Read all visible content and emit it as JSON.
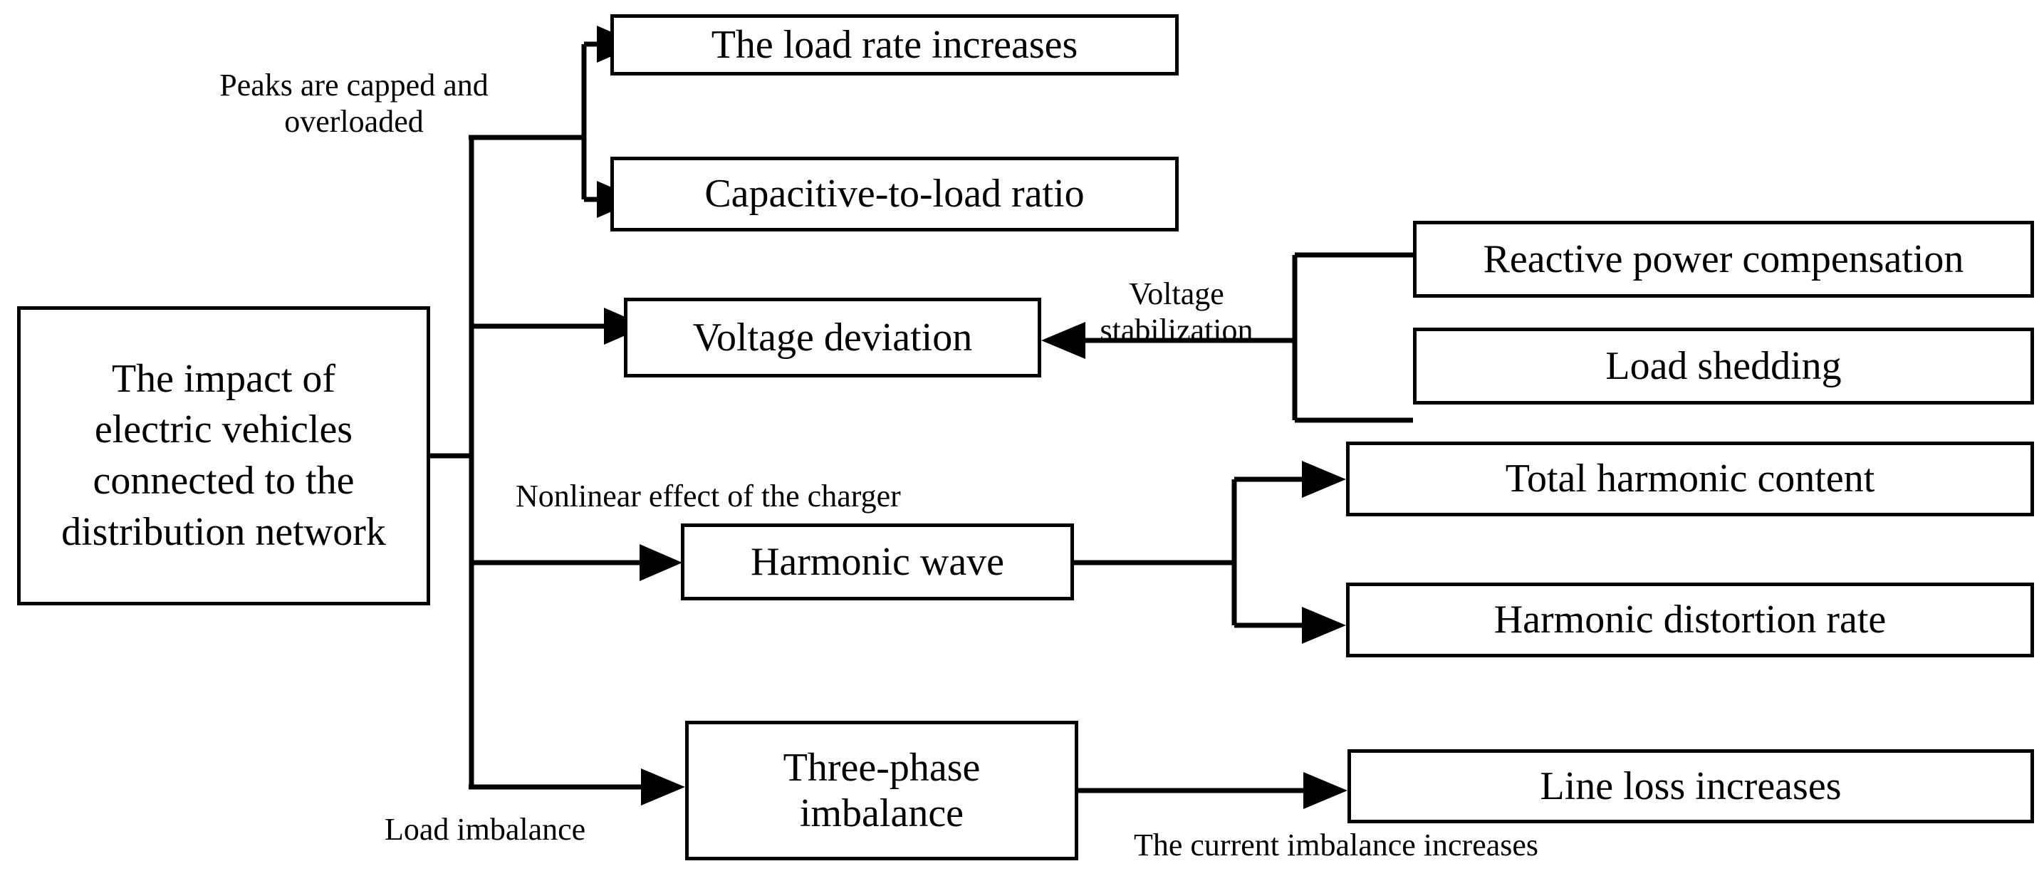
{
  "diagram": {
    "type": "flowchart",
    "title_node": "The impact of electric vehicles connected to the distribution network",
    "nodes": [
      {
        "id": "root",
        "label": "The impact of\nelectric vehicles\nconnected to the\ndistribution network"
      },
      {
        "id": "loadrate",
        "label": "The load rate increases"
      },
      {
        "id": "capratio",
        "label": "Capacitive-to-load ratio"
      },
      {
        "id": "voltdev",
        "label": "Voltage deviation"
      },
      {
        "id": "reactive",
        "label": "Reactive power compensation"
      },
      {
        "id": "shedding",
        "label": "Load shedding"
      },
      {
        "id": "harmonic",
        "label": "Harmonic wave"
      },
      {
        "id": "thc",
        "label": "Total harmonic content"
      },
      {
        "id": "thd",
        "label": "Harmonic distortion rate"
      },
      {
        "id": "threephase",
        "label": "Three-phase\nimbalance"
      },
      {
        "id": "lineloss",
        "label": "Line loss increases"
      }
    ],
    "edge_labels": [
      {
        "id": "peaks",
        "label": "Peaks are capped and\noverloaded"
      },
      {
        "id": "voltstab",
        "label": "Voltage\nstabilization"
      },
      {
        "id": "nonlinear",
        "label": "Nonlinear effect of the charger"
      },
      {
        "id": "loadimb",
        "label": "Load imbalance"
      },
      {
        "id": "currentimb",
        "label": "The current imbalance increases"
      }
    ],
    "colors": {
      "stroke": "#000000",
      "fill": "#ffffff",
      "text": "#000000"
    }
  }
}
